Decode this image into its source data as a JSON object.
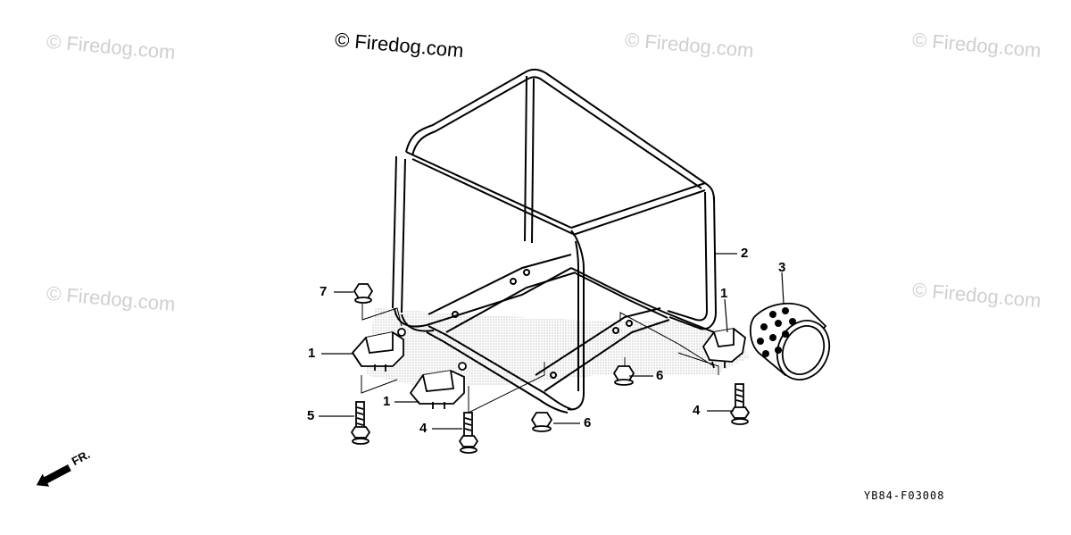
{
  "watermarks": {
    "main": "© Firedog.com",
    "faded": "© Firedog.com"
  },
  "callouts": {
    "c7": "7",
    "c1a": "1",
    "c5": "5",
    "c1b": "1",
    "c4a": "4",
    "c6a": "6",
    "c2": "2",
    "c3": "3",
    "c1c": "1",
    "c6b": "6",
    "c4b": "4"
  },
  "direction_label": "FR.",
  "diagram_code": "YB84-F03008"
}
